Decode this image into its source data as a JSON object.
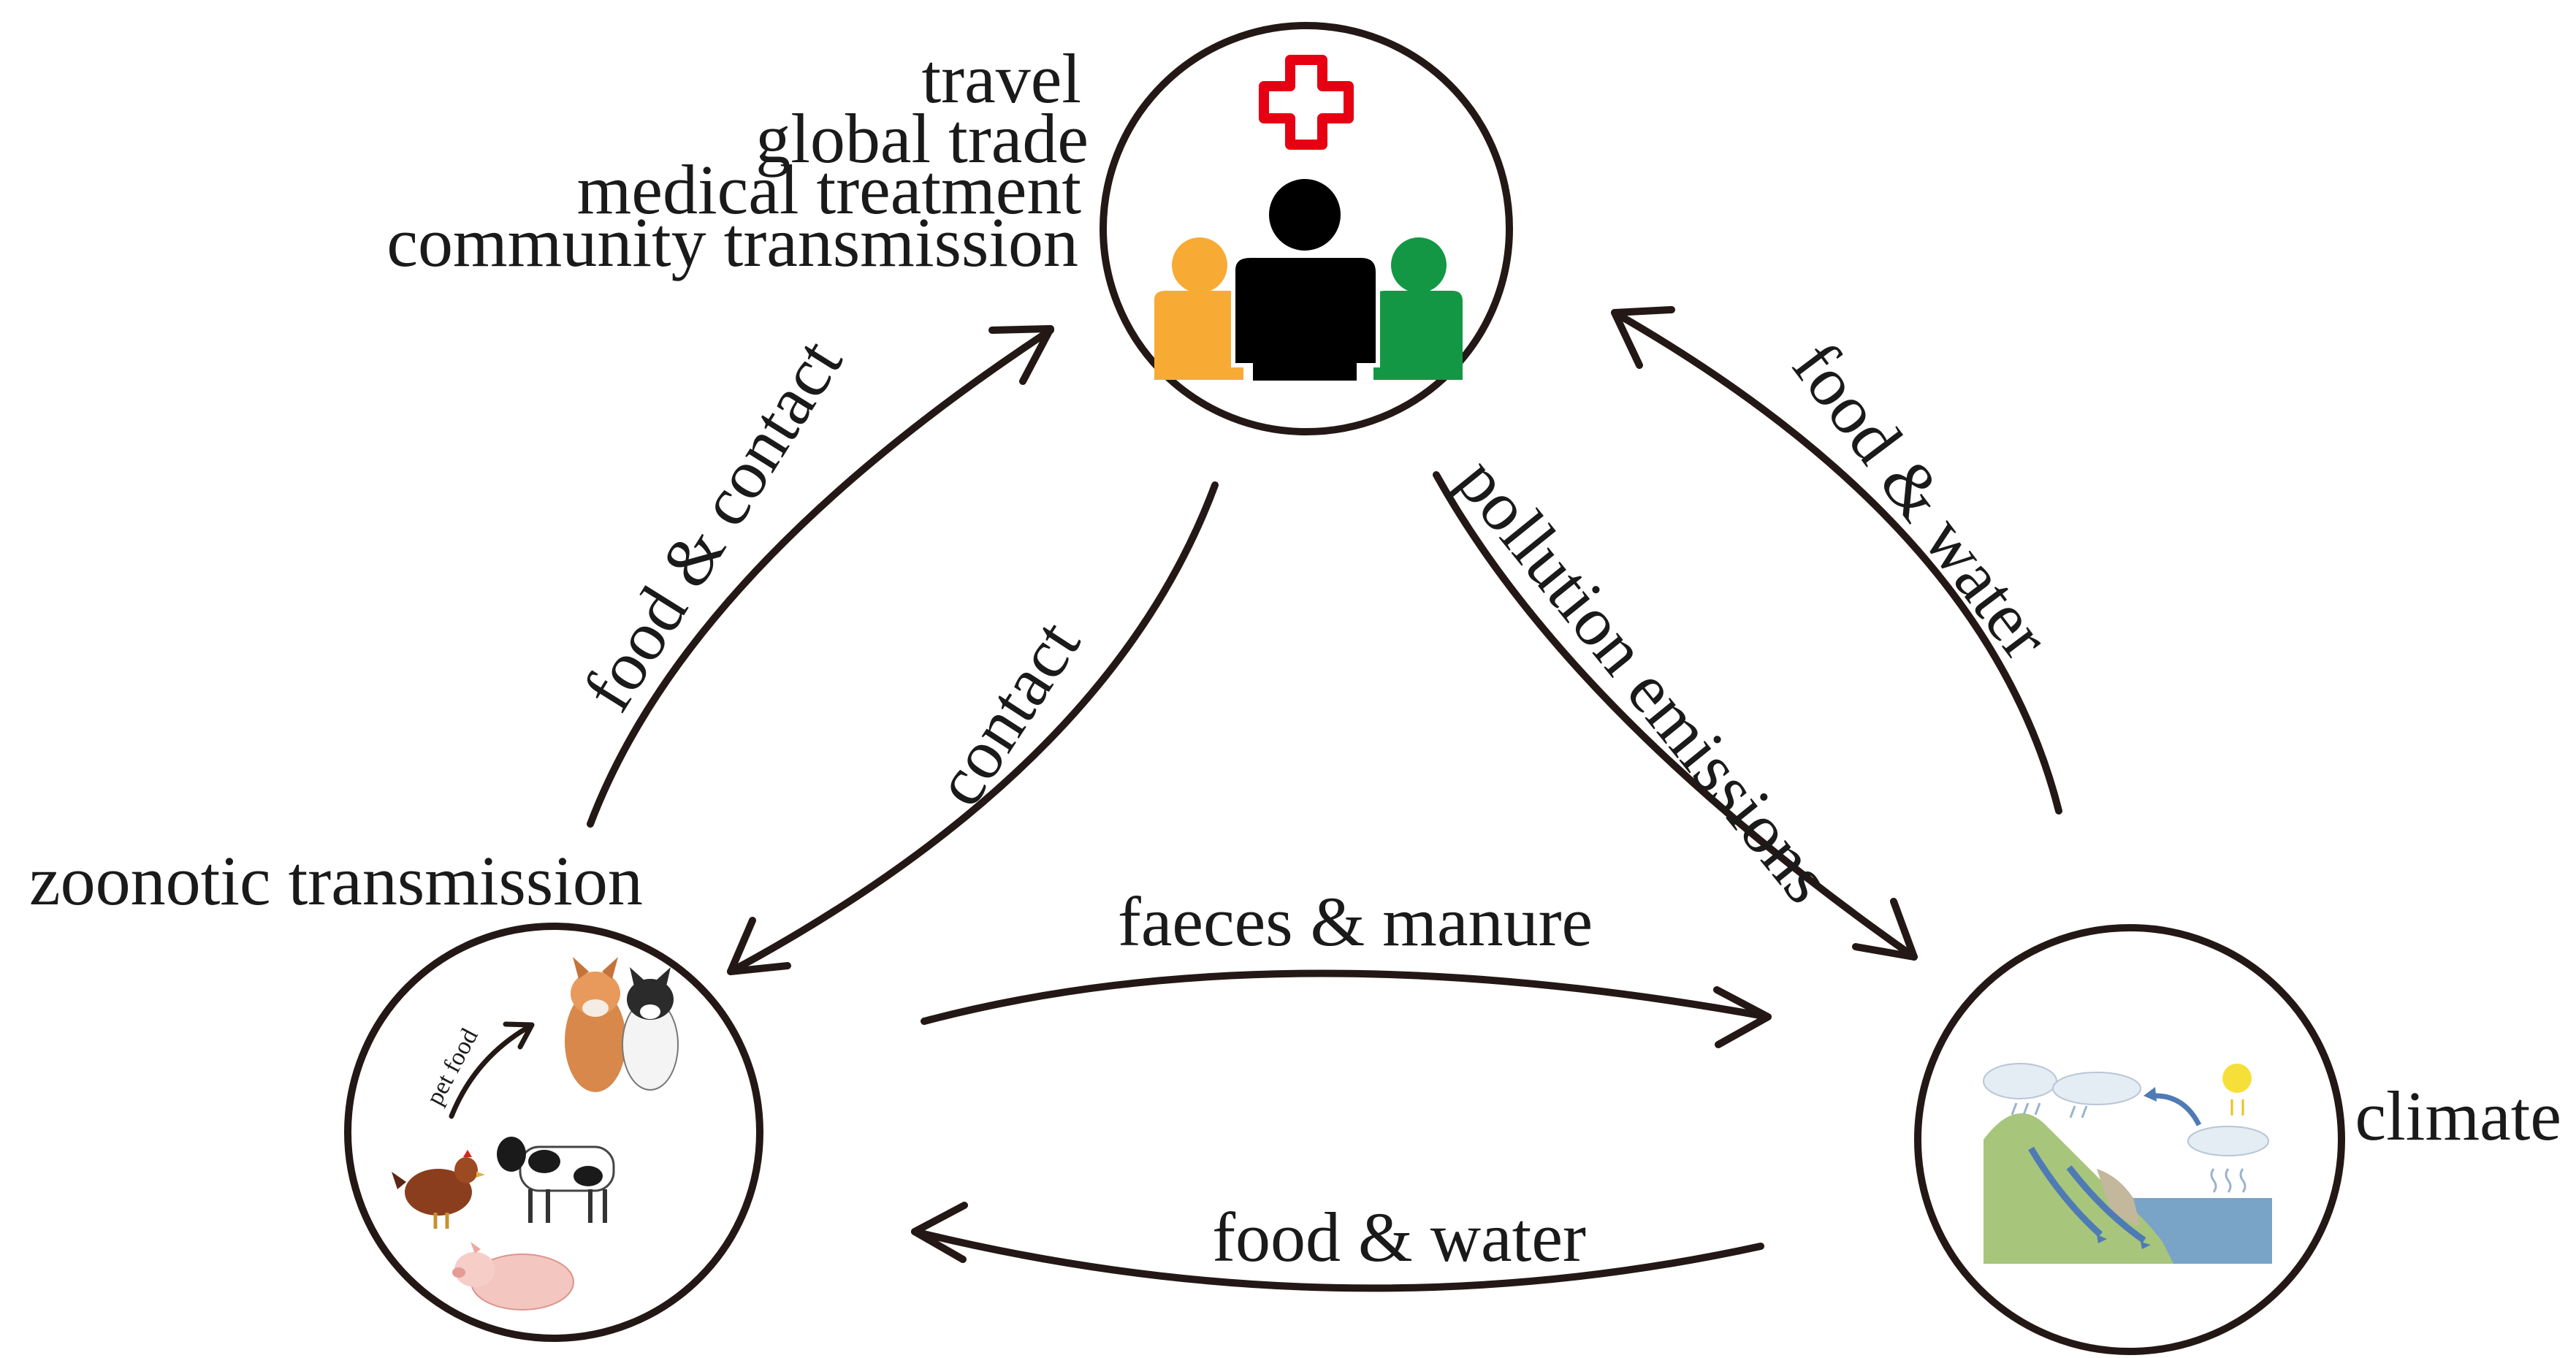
{
  "nodes": {
    "human": {
      "labels": [
        "travel",
        "global trade",
        "medical treatment",
        "community transmission"
      ],
      "icons": [
        "red-cross-icon",
        "people-icon"
      ],
      "colors": {
        "cross": "#e60012",
        "left_person": "#f7ab35",
        "center_person": "#000000",
        "right_person": "#139744"
      }
    },
    "animal": {
      "label": "zoonotic transmission",
      "inner_label": "pet food",
      "icons": [
        "cat-dog-image",
        "chicken-image",
        "cow-image",
        "pig-image"
      ]
    },
    "environment": {
      "label": "climate",
      "icons": [
        "water-cycle-icon",
        "sun-icon",
        "cloud-icon"
      ]
    }
  },
  "edges": {
    "animal_to_human": "food & contact",
    "human_to_animal": "contact",
    "human_to_environment": "pollution emissions",
    "environment_to_human": "food & water",
    "animal_to_environment": "faeces & manure",
    "environment_to_animal": "food & water"
  }
}
